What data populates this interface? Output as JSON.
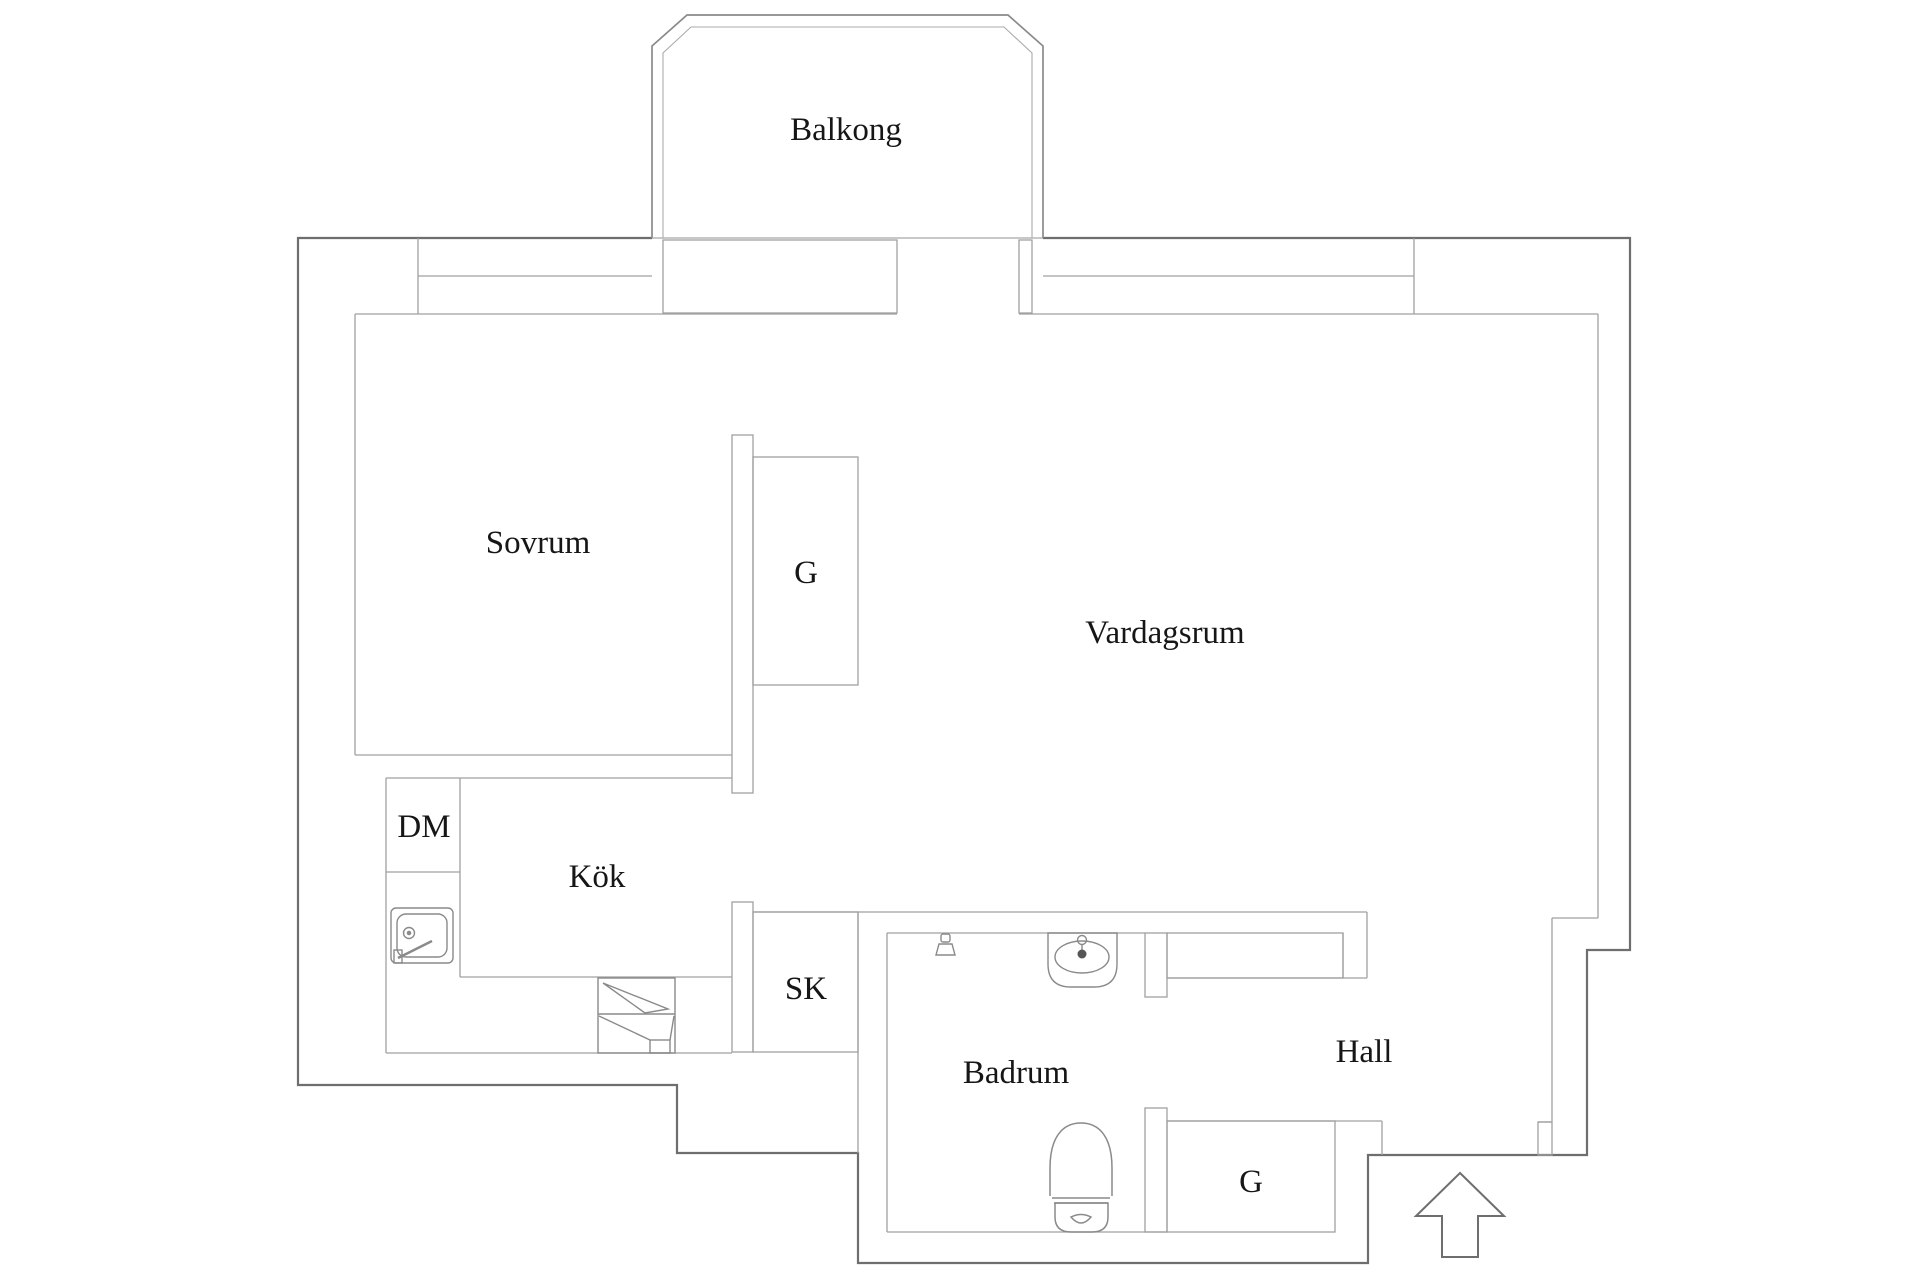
{
  "document": {
    "type": "apartment-floor-plan",
    "language": "Swedish"
  },
  "colors": {
    "background": "#ffffff",
    "wall_outer": "#6e6e6e",
    "wall_inner": "#a0a0a0",
    "fixture_line": "#8a8a8a",
    "label_text": "#161616"
  },
  "rooms": [
    {
      "id": "balkong",
      "label": "Balkong"
    },
    {
      "id": "sovrum",
      "label": "Sovrum"
    },
    {
      "id": "garderob-sovrum",
      "label": "G"
    },
    {
      "id": "vardagsrum",
      "label": "Vardagsrum"
    },
    {
      "id": "dm",
      "label": "DM"
    },
    {
      "id": "kok",
      "label": "Kök"
    },
    {
      "id": "sk",
      "label": "SK"
    },
    {
      "id": "badrum",
      "label": "Badrum"
    },
    {
      "id": "hall",
      "label": "Hall"
    },
    {
      "id": "garderob-hall",
      "label": "G"
    }
  ],
  "fixtures": [
    {
      "id": "kitchen-sink",
      "name": "kitchen sink with tap"
    },
    {
      "id": "stove",
      "name": "stove / oven unit"
    },
    {
      "id": "bathroom-sink",
      "name": "bathroom washbasin"
    },
    {
      "id": "toilet",
      "name": "toilet"
    },
    {
      "id": "shower-head",
      "name": "shower fitting"
    },
    {
      "id": "entrance-arrow",
      "name": "entrance direction arrow"
    }
  ]
}
